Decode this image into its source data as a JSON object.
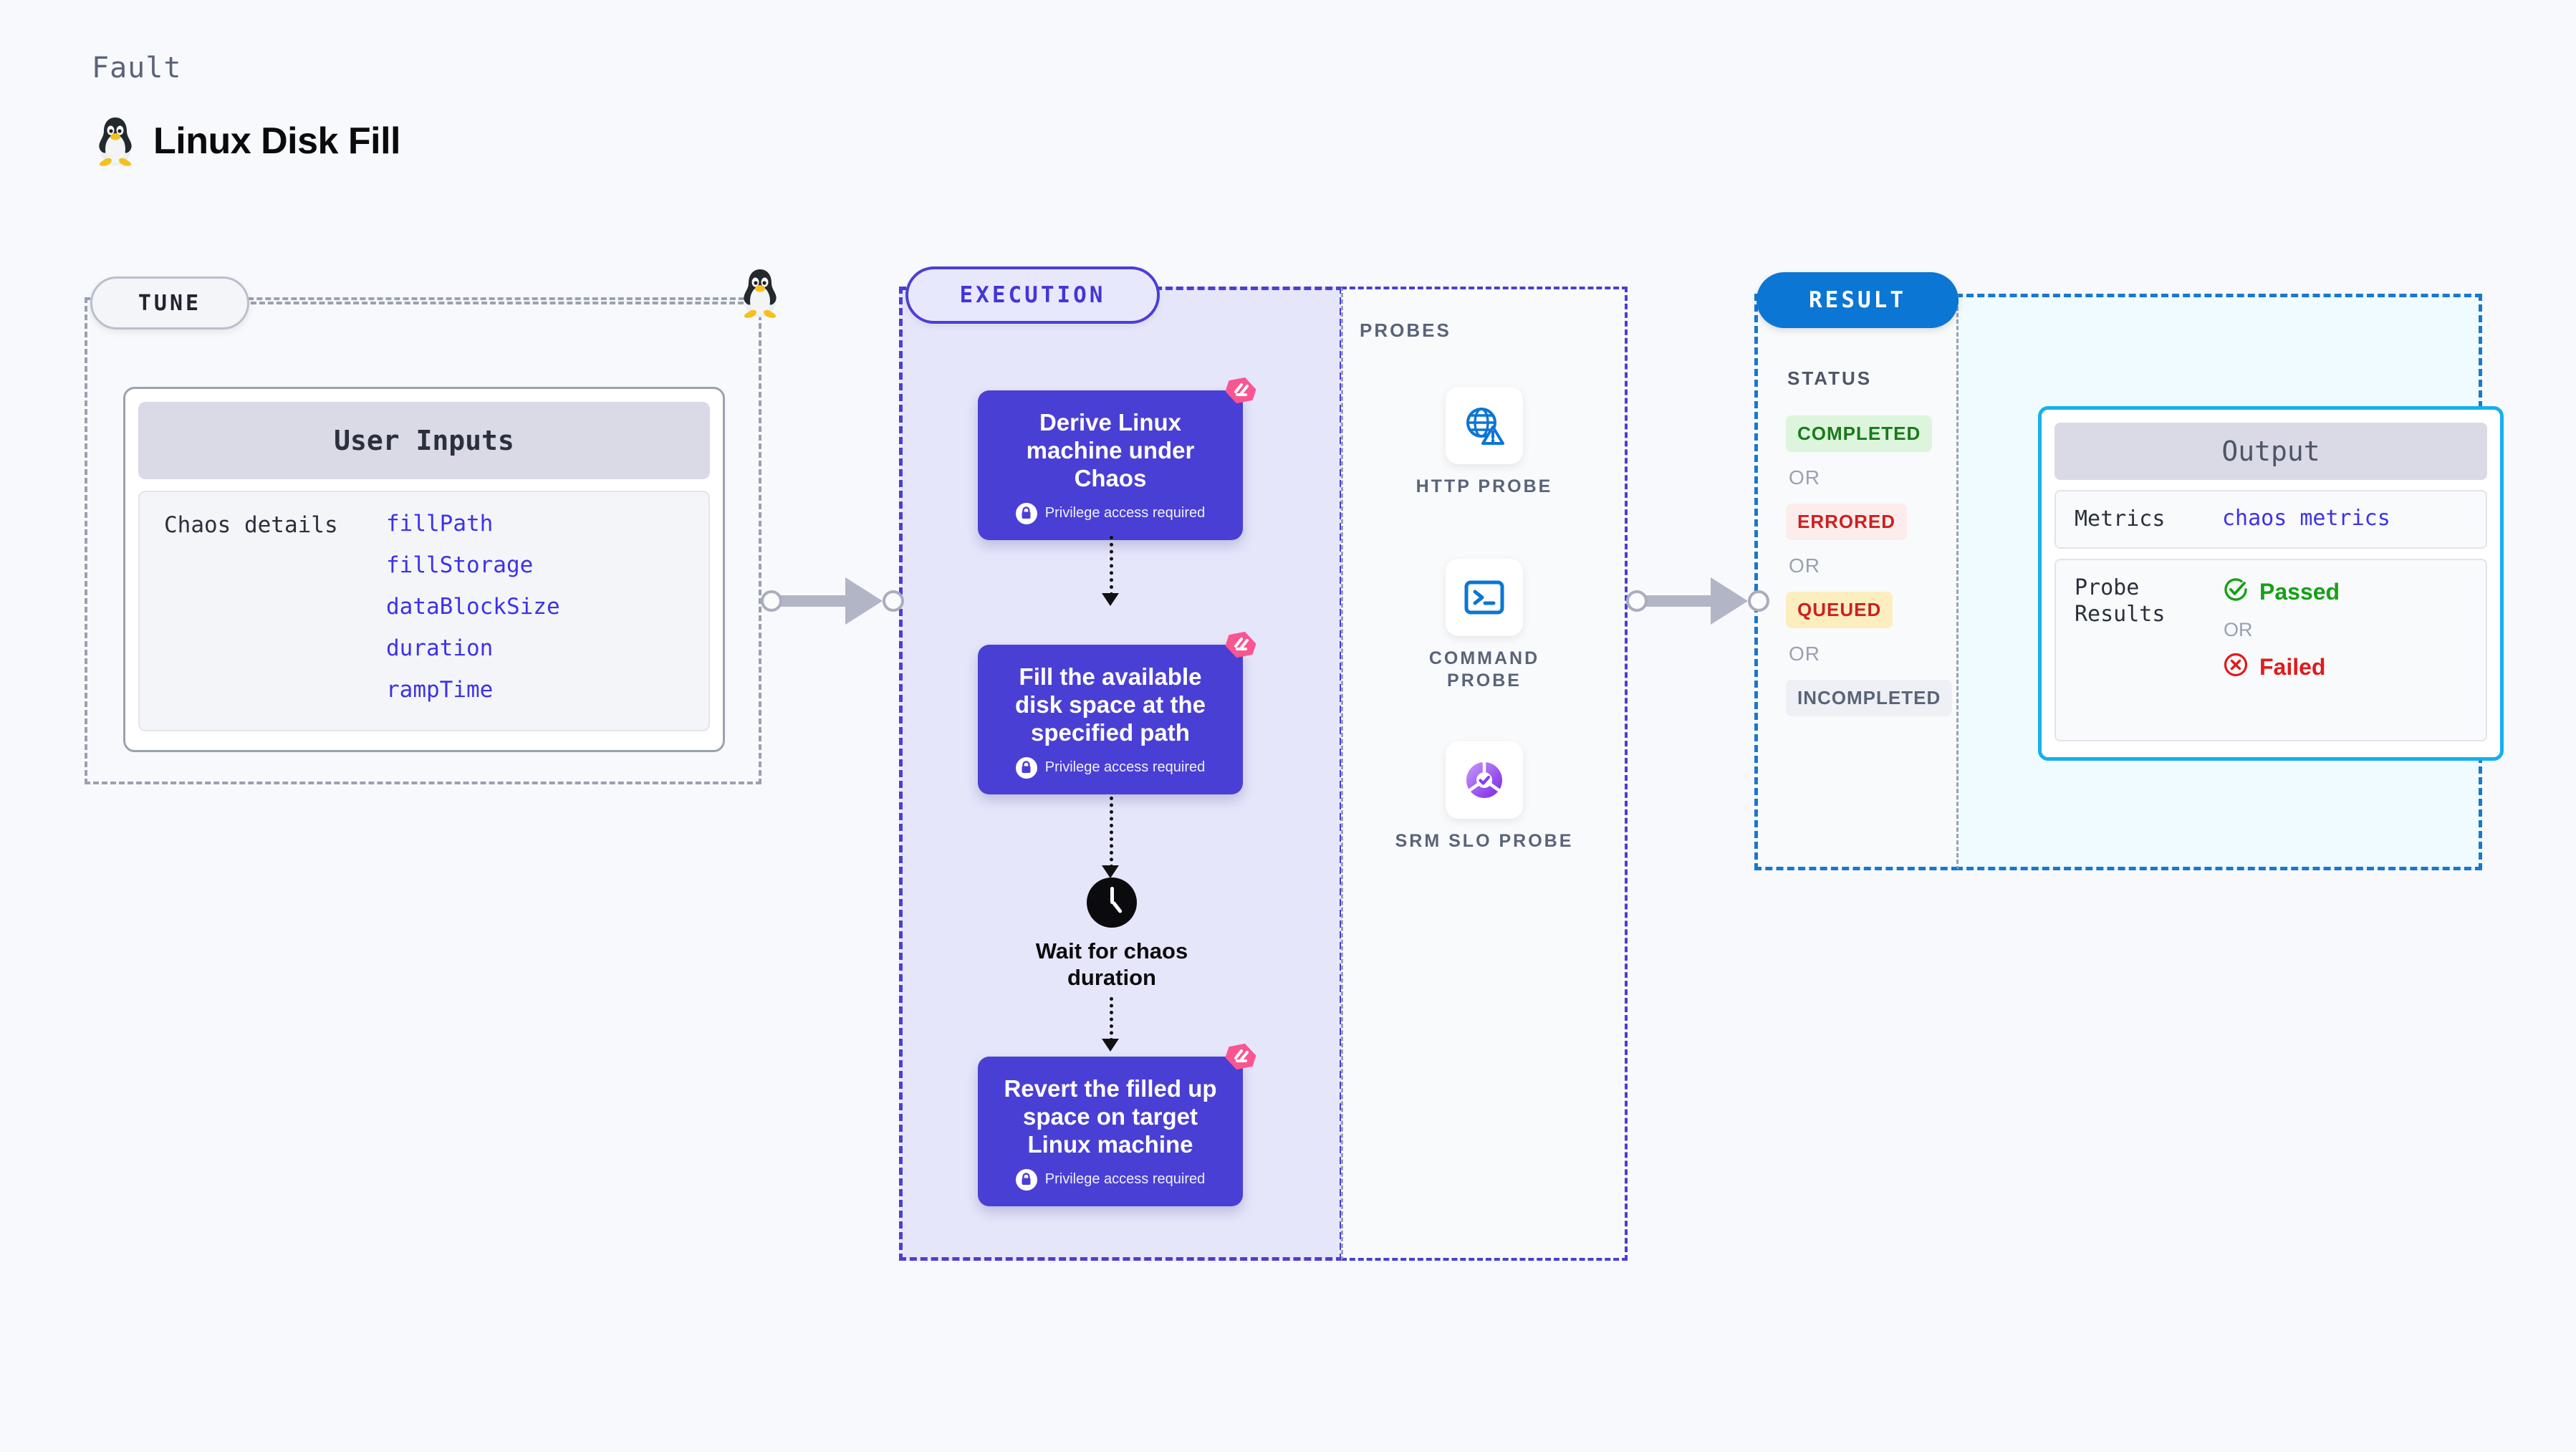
{
  "header": {
    "kicker": "Fault",
    "title": "Linux Disk Fill",
    "icon": "tux-penguin-icon"
  },
  "tune": {
    "pill_label": "TUNE",
    "card": {
      "header": "User Inputs",
      "key": "Chaos details",
      "values": [
        "fillPath",
        "fillStorage",
        "dataBlockSize",
        "duration",
        "rampTime"
      ]
    }
  },
  "execution": {
    "pill_label": "EXECUTION",
    "steps": [
      {
        "title": "Derive Linux machine under Chaos",
        "privilege": "Privilege access required",
        "marker": "litmus-chaos-icon"
      },
      {
        "title": "Fill the available disk space at the specified path",
        "privilege": "Privilege access required",
        "marker": "litmus-chaos-icon"
      }
    ],
    "wait": {
      "label": "Wait for chaos duration",
      "icon": "clock-icon"
    },
    "final_step": {
      "title": "Revert the filled up space on target Linux machine",
      "privilege": "Privilege access required",
      "marker": "litmus-chaos-icon"
    }
  },
  "probes": {
    "label": "PROBES",
    "items": [
      {
        "name": "HTTP PROBE",
        "icon": "globe-warning-icon"
      },
      {
        "name": "COMMAND PROBE",
        "icon": "terminal-icon"
      },
      {
        "name": "SRM SLO PROBE",
        "icon": "slo-gauge-check-icon"
      }
    ]
  },
  "result": {
    "pill_label": "RESULT",
    "status_label": "STATUS",
    "or_label": "OR",
    "statuses": [
      "COMPLETED",
      "ERRORED",
      "QUEUED",
      "INCOMPLETED"
    ],
    "output": {
      "header": "Output",
      "metrics_key": "Metrics",
      "metrics_value": "chaos metrics",
      "probe_results_key": "Probe Results",
      "passed": "Passed",
      "failed": "Failed",
      "or_label": "OR"
    }
  },
  "colors": {
    "page_bg": "#f8f9fc",
    "execution_accent": "#4a3fd4",
    "execution_bg": "#e6e6fb",
    "result_accent": "#0b76d4",
    "output_accent": "#16b0ee",
    "output_bg": "#effbfe",
    "tune_border": "#9aa1b0",
    "litmus_pink": "#f9568f",
    "link_blue": "#3d32e8",
    "passed_green": "#16a016",
    "failed_red": "#e01b1b"
  }
}
